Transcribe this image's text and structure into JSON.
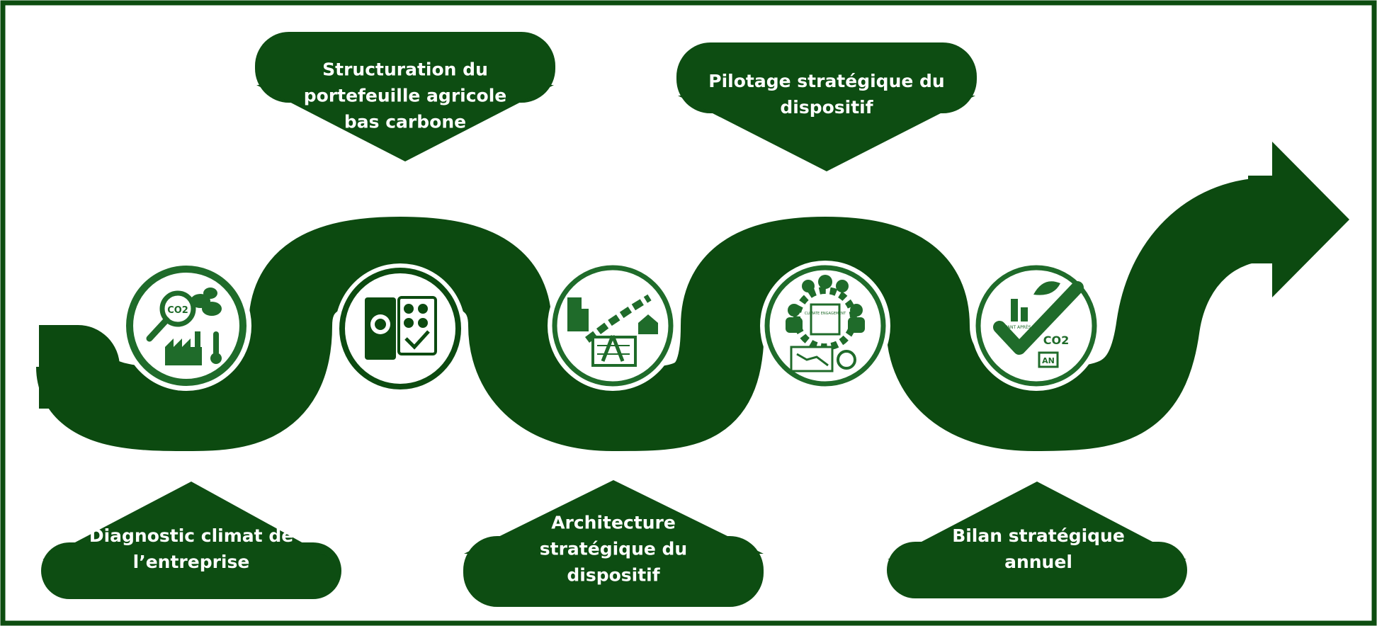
{
  "theme": {
    "background": "#ffffff",
    "frame": "#0d4d10",
    "path": "#0c4a10",
    "bubble": "#0d4d12",
    "icon": "#1f6b2a",
    "icon_light": "#ffffff"
  },
  "steps": [
    {
      "label": "Diagnostic climat de l’entreprise",
      "icon": "co2-diagnostic-icon",
      "icon_text": "CO2"
    },
    {
      "label": "Structuration du portefeuille agricole bas carbone",
      "icon": "portfolio-folder-icon",
      "icon_text": ""
    },
    {
      "label": "Architecture stratégique du dispositif",
      "icon": "supply-chain-blueprint-icon",
      "icon_text": ""
    },
    {
      "label": "Pilotage stratégique du dispositif",
      "icon": "governance-gear-icon",
      "icon_text": "CLIMATE ENGAGEMENT"
    },
    {
      "label": "Bilan stratégique annuel",
      "icon": "annual-check-icon",
      "icon_text": "CO2",
      "icon_text_2": "AN",
      "icon_text_3": "AVANT APRÈS"
    }
  ]
}
